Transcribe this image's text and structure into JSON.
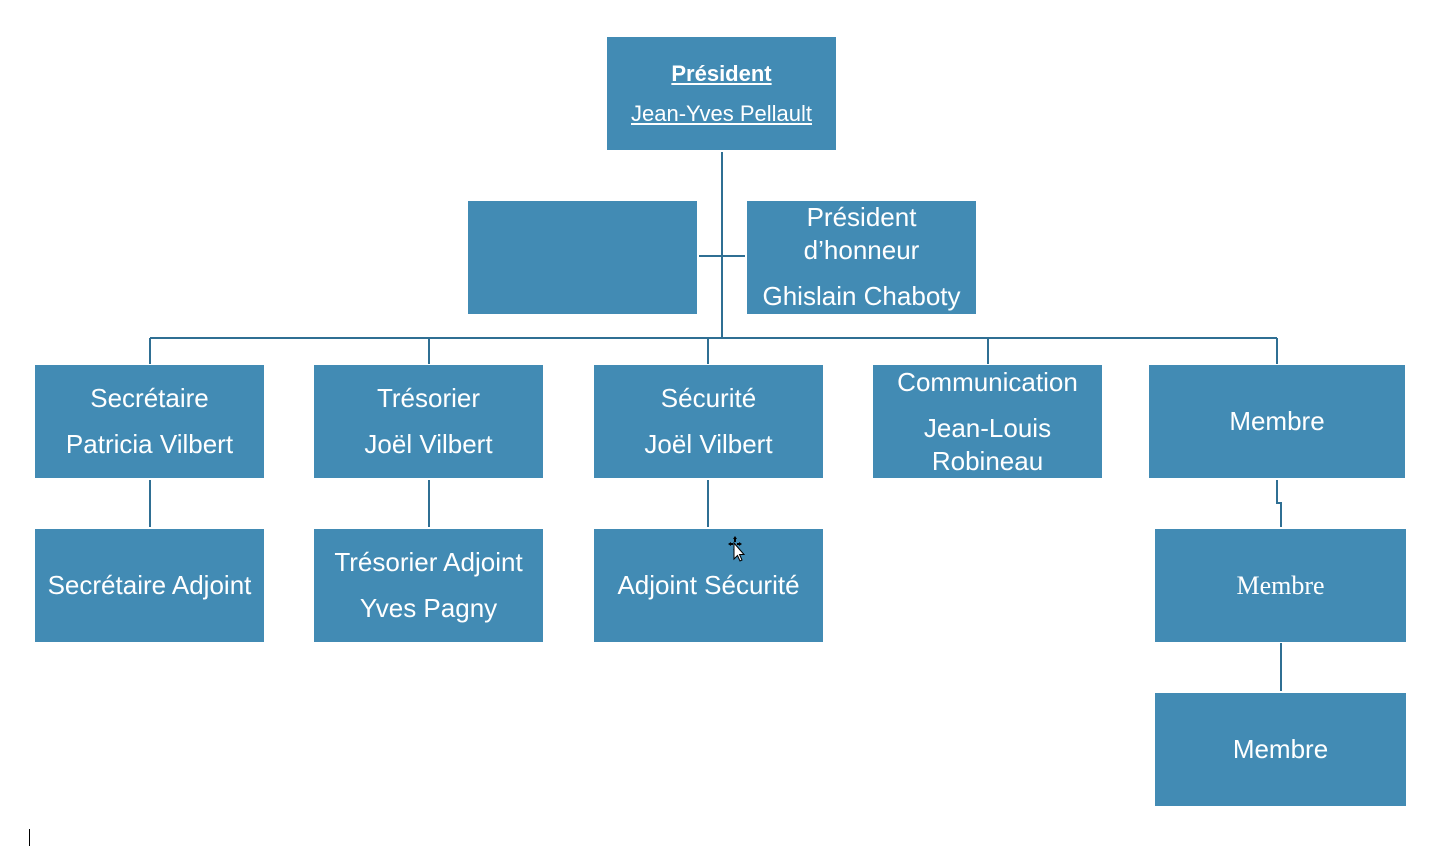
{
  "colors": {
    "box_fill": "#428bb4",
    "connector": "#2f6f93",
    "text": "#ffffff"
  },
  "org_chart": {
    "president": {
      "title": "Président",
      "name": "Jean-Yves Pellault"
    },
    "blank_assistant": {
      "text": ""
    },
    "honorary_president": {
      "title_line1": "Président",
      "title_line2": "d’honneur",
      "name": "Ghislain Chaboty"
    },
    "secretaire": {
      "title": "Secrétaire",
      "name": "Patricia Vilbert"
    },
    "secretaire_adjoint": {
      "title": "Secrétaire Adjoint"
    },
    "tresorier": {
      "title": "Trésorier",
      "name": "Joël Vilbert"
    },
    "tresorier_adjoint": {
      "title": "Trésorier Adjoint",
      "name": "Yves Pagny"
    },
    "securite": {
      "title": "Sécurité",
      "name": "Joël Vilbert"
    },
    "adjoint_securite": {
      "title": "Adjoint Sécurité"
    },
    "communication": {
      "title": "Communication",
      "name_line1": "Jean-Louis",
      "name_line2": "Robineau"
    },
    "membre_1": {
      "title": "Membre"
    },
    "membre_2": {
      "title": "Membre"
    },
    "membre_3": {
      "title": "Membre"
    }
  }
}
